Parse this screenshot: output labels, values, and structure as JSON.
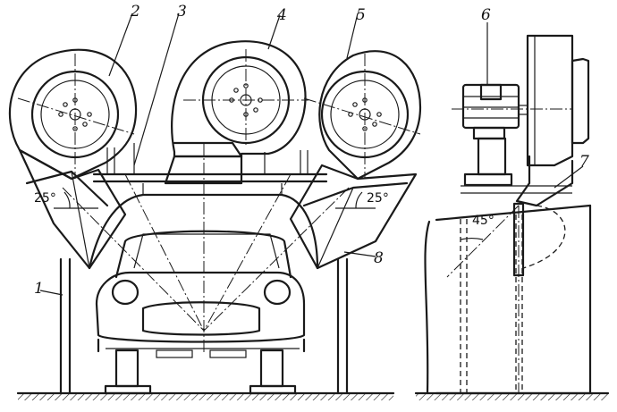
{
  "labels": {
    "frame": "1",
    "fan_left": "2",
    "crossbeam": "3",
    "fan_center": "4",
    "fan_right": "5",
    "motor": "6",
    "side_nozzle": "7",
    "nozzle_right": "8"
  },
  "angles": {
    "left_nozzle": "25°",
    "right_nozzle": "25°",
    "side_view": "45°"
  }
}
